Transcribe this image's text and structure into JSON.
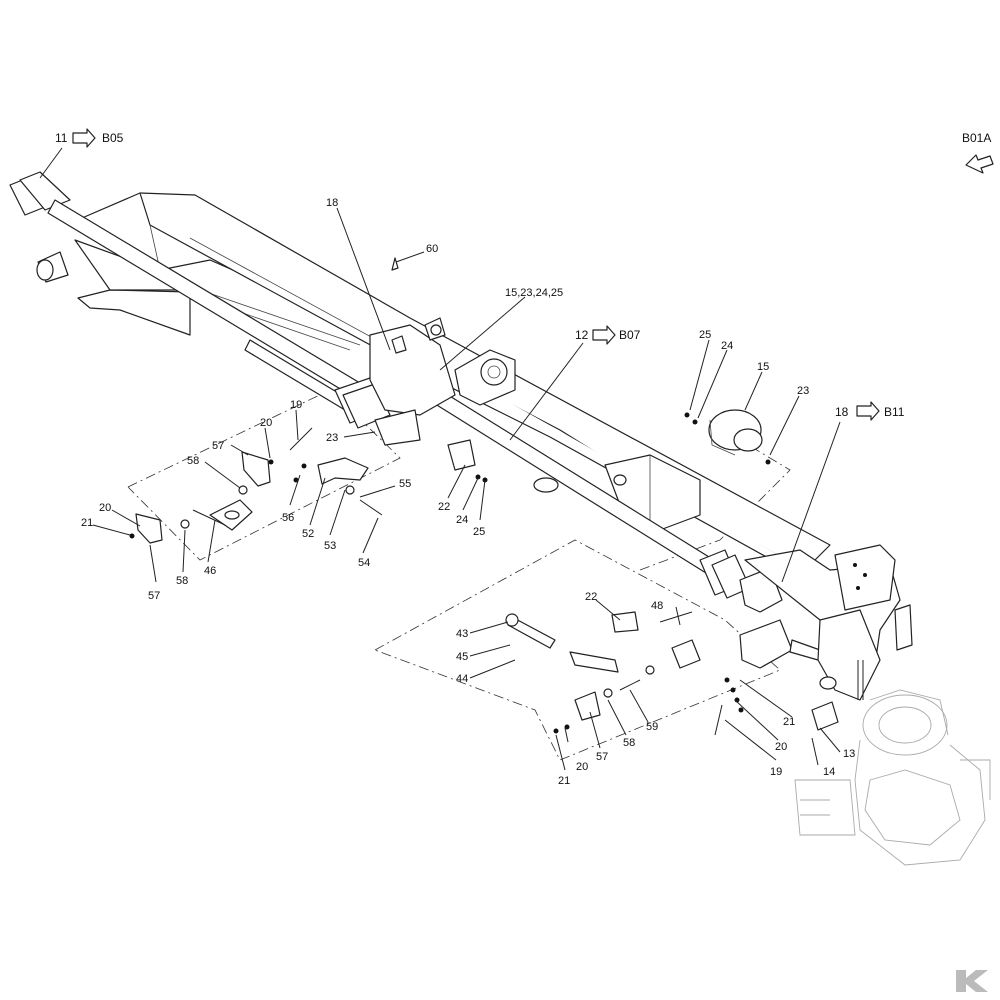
{
  "colors": {
    "line": "#222222",
    "ghost": "#aaaaaa",
    "background": "#ffffff",
    "logo": "#bbbbbb"
  },
  "references": [
    {
      "id": "ref-11",
      "number": "11",
      "target": "B05"
    },
    {
      "id": "ref-12",
      "number": "12",
      "target": "B07"
    },
    {
      "id": "ref-18",
      "number": "18",
      "target": "B11"
    }
  ],
  "corner_ref": {
    "label": "B01A",
    "icon": "arrow-icon"
  },
  "callouts": [
    "18",
    "60",
    "15,23,24,25",
    "25",
    "24",
    "15",
    "23",
    "19",
    "20",
    "57",
    "58",
    "23",
    "56",
    "52",
    "53",
    "55",
    "54",
    "20",
    "21",
    "58",
    "46",
    "57",
    "22",
    "24",
    "25",
    "22",
    "48",
    "43",
    "45",
    "44",
    "59",
    "58",
    "57",
    "20",
    "21",
    "21",
    "20",
    "19",
    "13",
    "14"
  ],
  "logo": {
    "text": "K"
  }
}
